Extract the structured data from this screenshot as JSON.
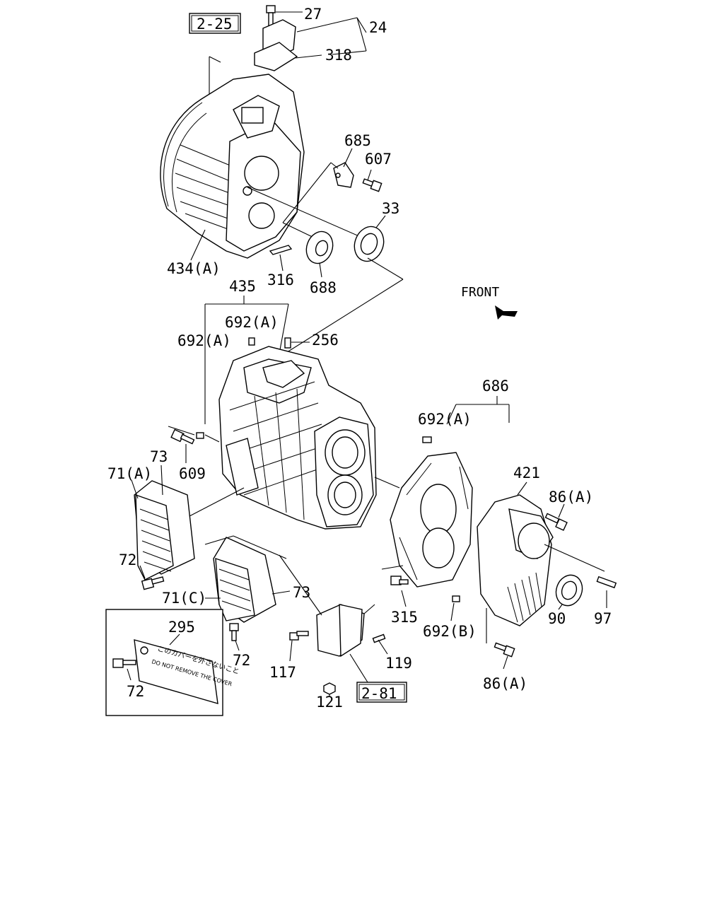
{
  "ref_boxes": {
    "top": "2-25",
    "bottom": "2-81"
  },
  "front_label": "FRONT",
  "callouts": {
    "c27": "27",
    "c24": "24",
    "c318": "318",
    "c685": "685",
    "c607": "607",
    "c33": "33",
    "c434a": "434(A)",
    "c316": "316",
    "c688": "688",
    "c435": "435",
    "c692a_1": "692(A)",
    "c692a_2": "692(A)",
    "c256": "256",
    "c686": "686",
    "c692a_3": "692(A)",
    "c73_1": "73",
    "c71a": "71(A)",
    "c609": "609",
    "c421": "421",
    "c86a_1": "86(A)",
    "c72_1": "72",
    "c71c": "71(C)",
    "c73_2": "73",
    "c295": "295",
    "c72_2": "72",
    "c72_3": "72",
    "c117": "117",
    "c119": "119",
    "c121": "121",
    "c315": "315",
    "c692b": "692(B)",
    "c90": "90",
    "c97": "97",
    "c86a_2": "86(A)"
  },
  "warning_plate": {
    "japanese": "このカバーを外さないこと",
    "english": "DO NOT REMOVE THE COVER"
  }
}
